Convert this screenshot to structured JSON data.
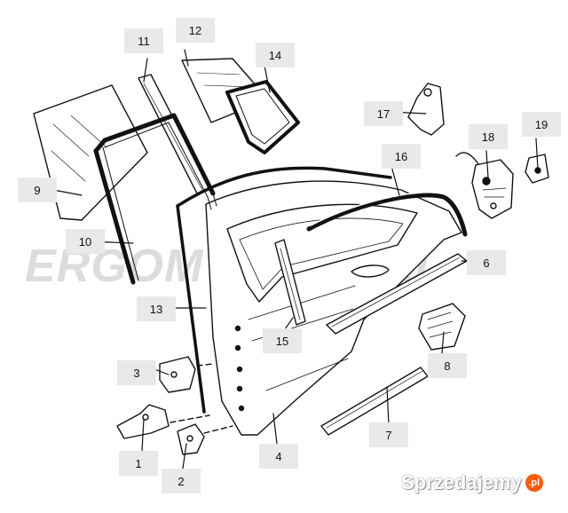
{
  "callouts": [
    {
      "id": "1",
      "label": "1"
    },
    {
      "id": "2",
      "label": "2"
    },
    {
      "id": "3",
      "label": "3"
    },
    {
      "id": "4",
      "label": "4"
    },
    {
      "id": "6",
      "label": "6"
    },
    {
      "id": "7",
      "label": "7"
    },
    {
      "id": "8",
      "label": "8"
    },
    {
      "id": "9",
      "label": "9"
    },
    {
      "id": "10",
      "label": "10"
    },
    {
      "id": "11",
      "label": "11"
    },
    {
      "id": "12",
      "label": "12"
    },
    {
      "id": "13",
      "label": "13"
    },
    {
      "id": "14",
      "label": "14"
    },
    {
      "id": "15",
      "label": "15"
    },
    {
      "id": "16",
      "label": "16"
    },
    {
      "id": "17",
      "label": "17"
    },
    {
      "id": "18",
      "label": "18"
    },
    {
      "id": "19",
      "label": "19"
    }
  ],
  "watermark": {
    "text": "ERGOM AUTO.EU"
  },
  "branding": {
    "text": "Sprzedajemy",
    "badge": ".pl"
  }
}
